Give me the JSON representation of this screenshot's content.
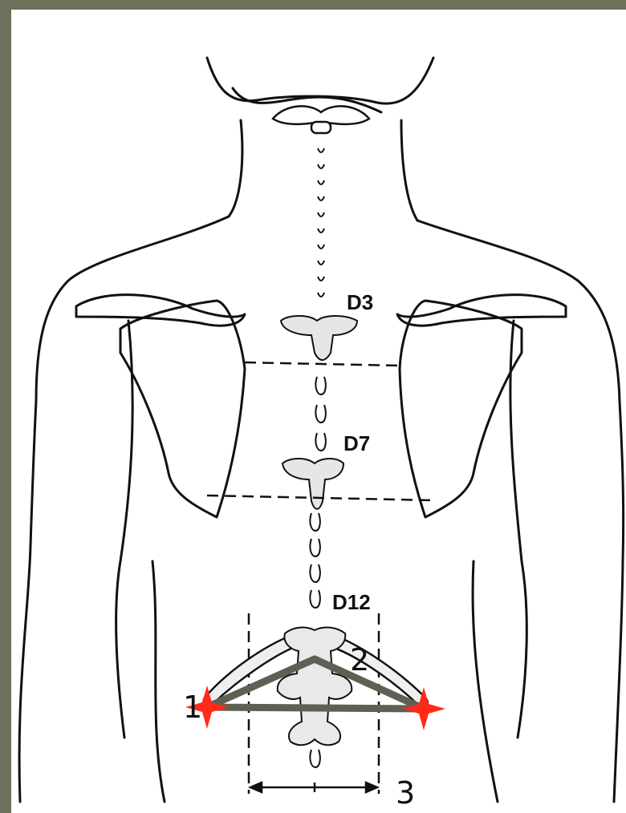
{
  "vertebra_labels": {
    "d3": "D3",
    "d7": "D7",
    "d12": "D12"
  },
  "point_labels": {
    "p1": "1",
    "p2": "2",
    "p3": "3"
  },
  "colors": {
    "frame": "#6d715c",
    "outline": "#111111",
    "triangle": "#5f6053",
    "marker": "#ff2a1a"
  }
}
